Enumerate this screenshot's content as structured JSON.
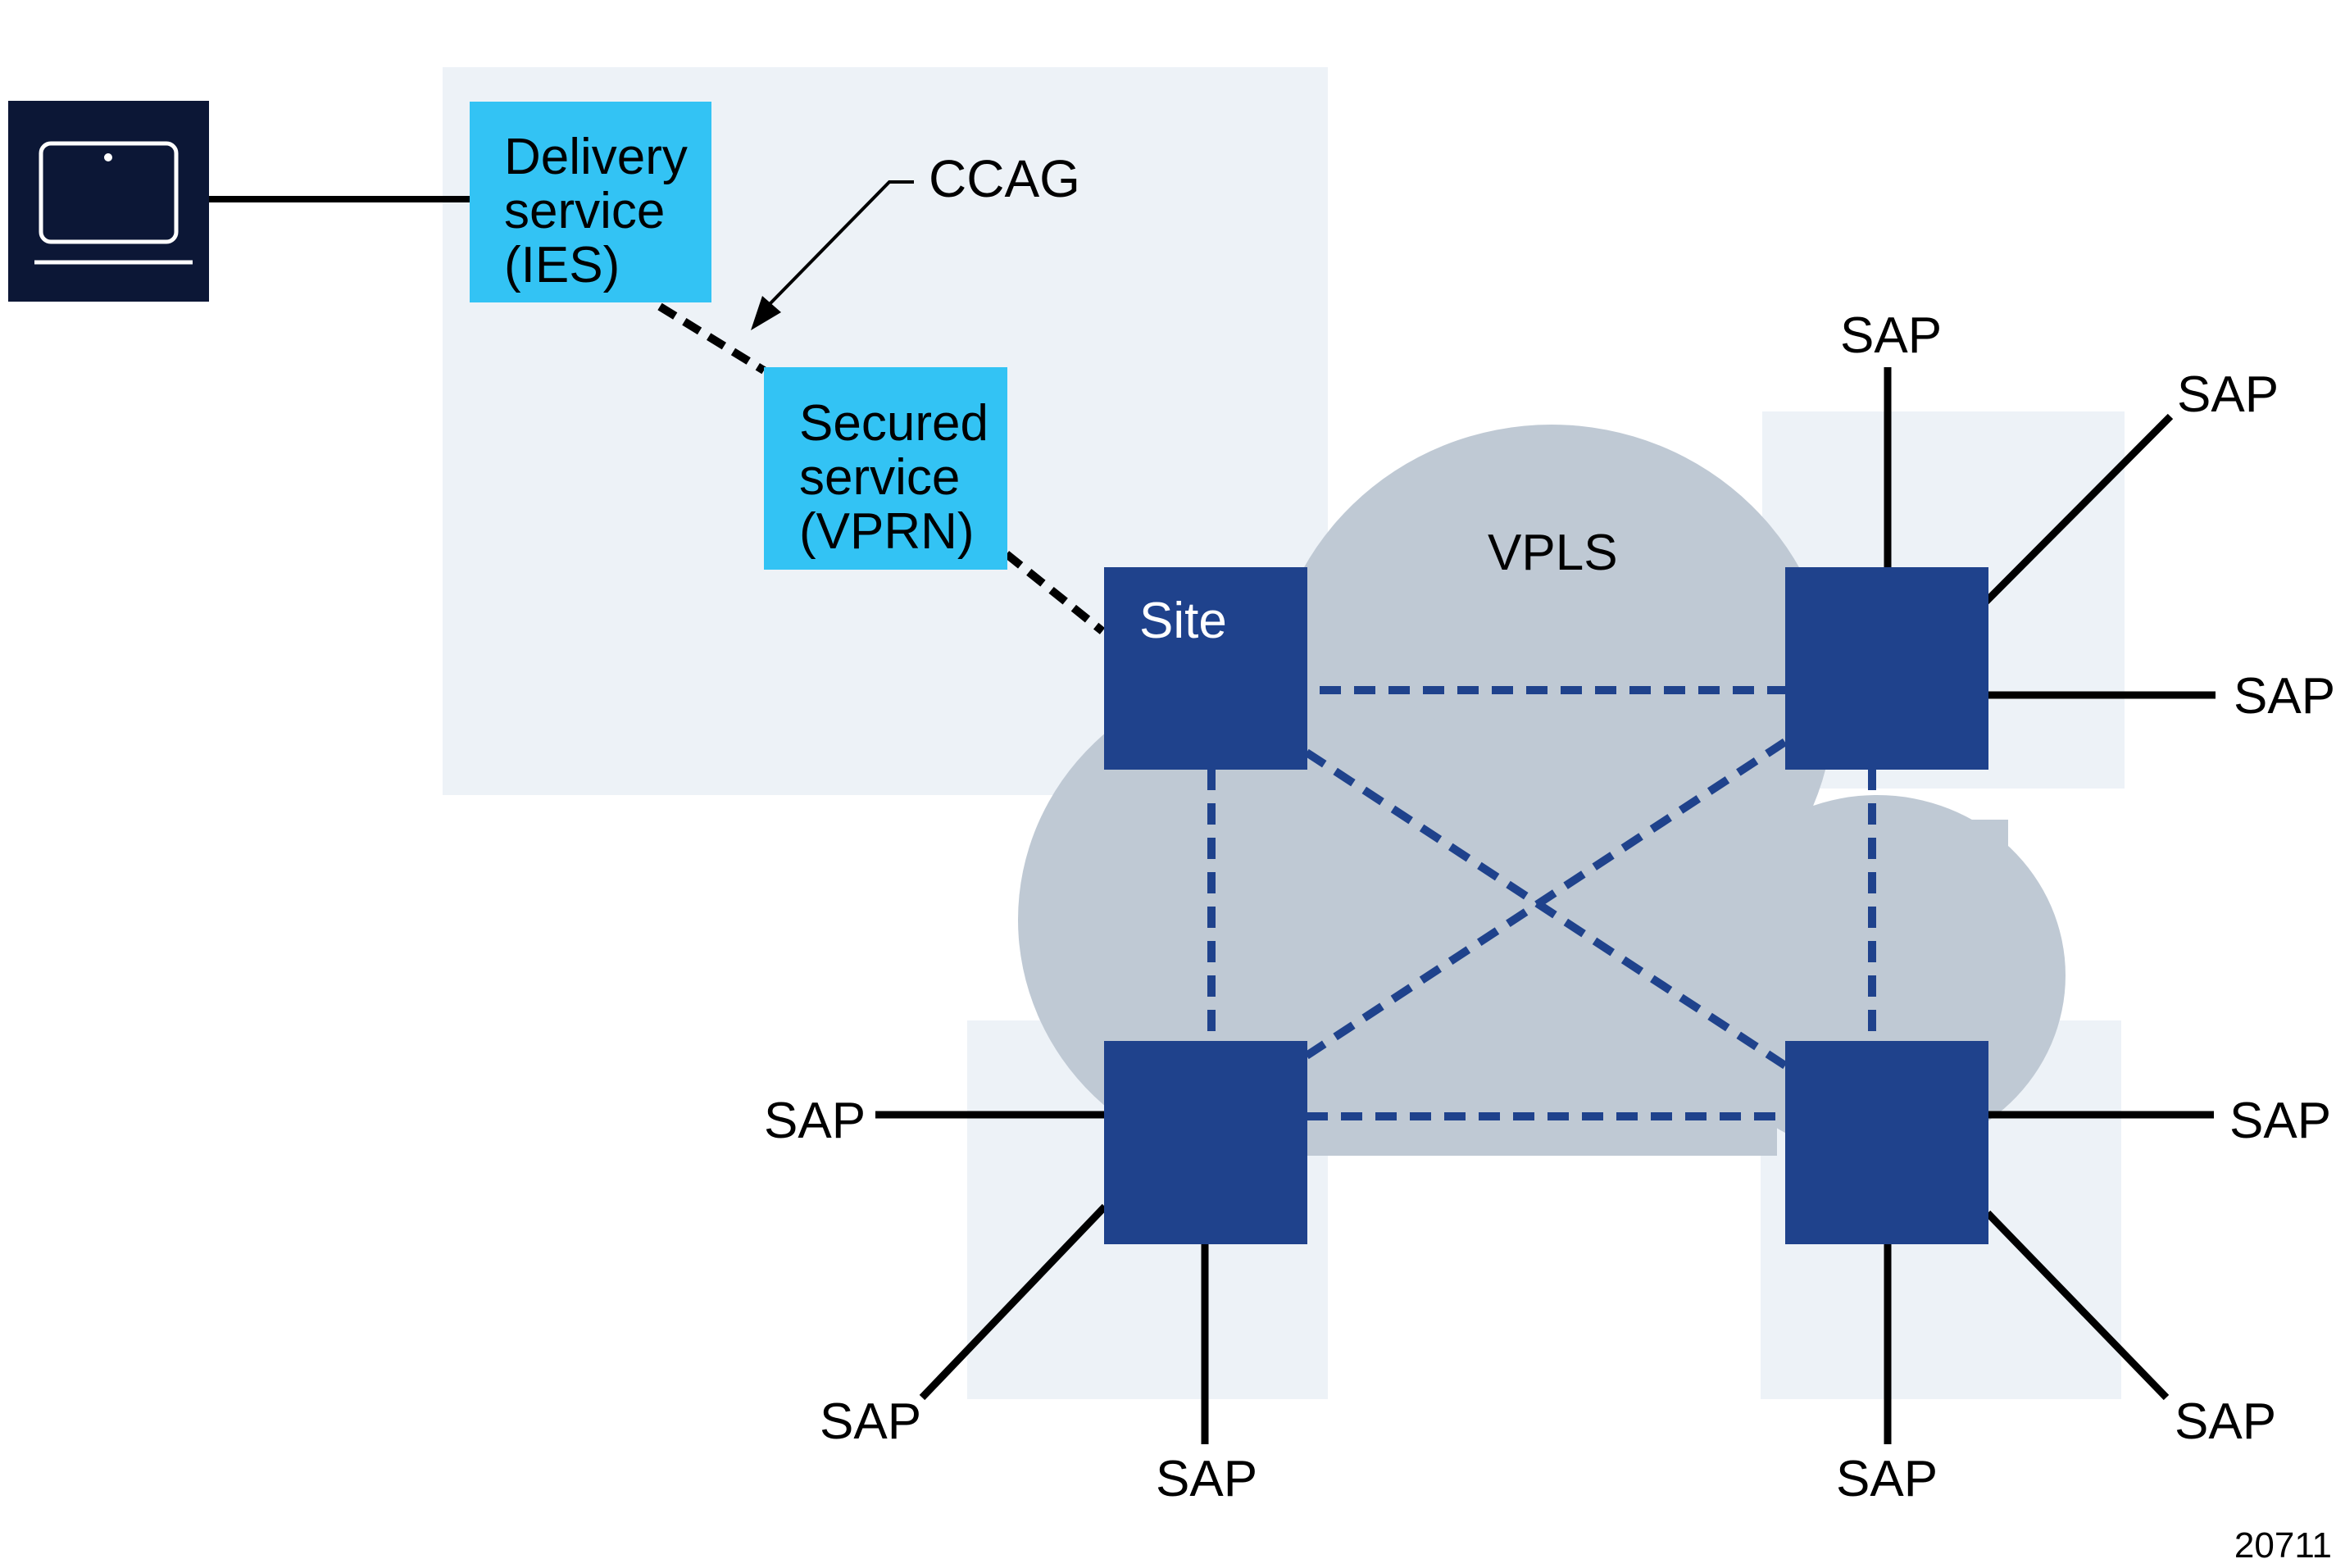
{
  "labels": {
    "delivery_l1": "Delivery",
    "delivery_l2": "service",
    "delivery_l3": "(IES)",
    "secured_l1": "Secured",
    "secured_l2": "service",
    "secured_l3": "(VPRN)",
    "ccag": "CCAG",
    "vpls": "VPLS",
    "site": "Site",
    "sap": "SAP",
    "figure_id": "20711"
  },
  "colors": {
    "zone": "#edf2f7",
    "cloud": "#bfc9d4",
    "service_box": "#33c3f4",
    "node": "#1f428c",
    "terminal": "#0c1736",
    "line": "#000000",
    "vpls_link": "#1f428c"
  },
  "icons": {
    "terminal": "laptop-icon"
  }
}
